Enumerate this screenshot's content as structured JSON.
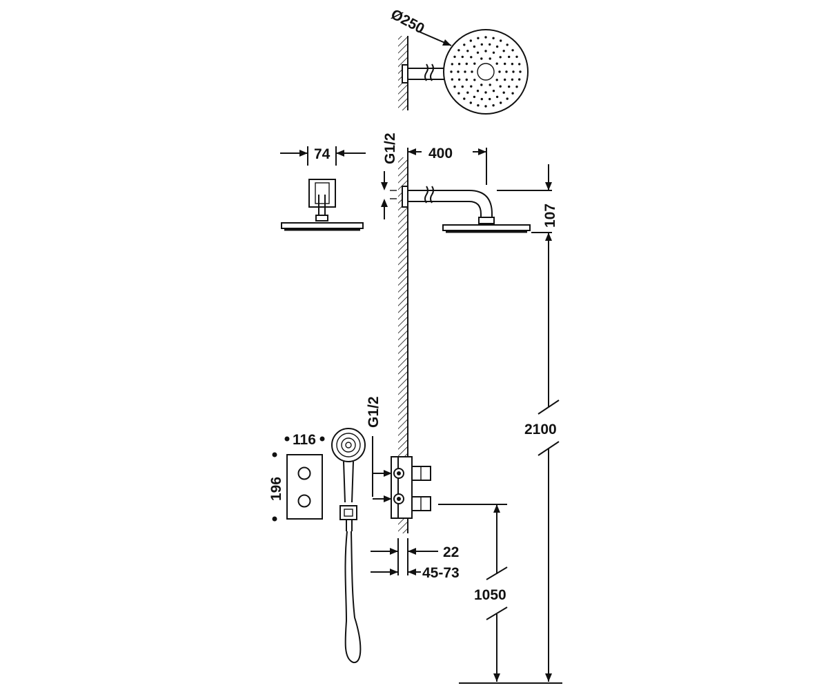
{
  "labels": {
    "head_diameter": "Ø250",
    "connection_top": "G1/2",
    "arm_length": "400",
    "flange_width": "74",
    "head_drop": "107",
    "head_height": "2100",
    "plate_width": "116",
    "plate_height": "196",
    "connection_bottom": "G1/2",
    "body_depth": "22",
    "recess_range": "45-73",
    "valve_height": "1050"
  },
  "colors": {
    "line": "#111111",
    "background": "#ffffff"
  }
}
